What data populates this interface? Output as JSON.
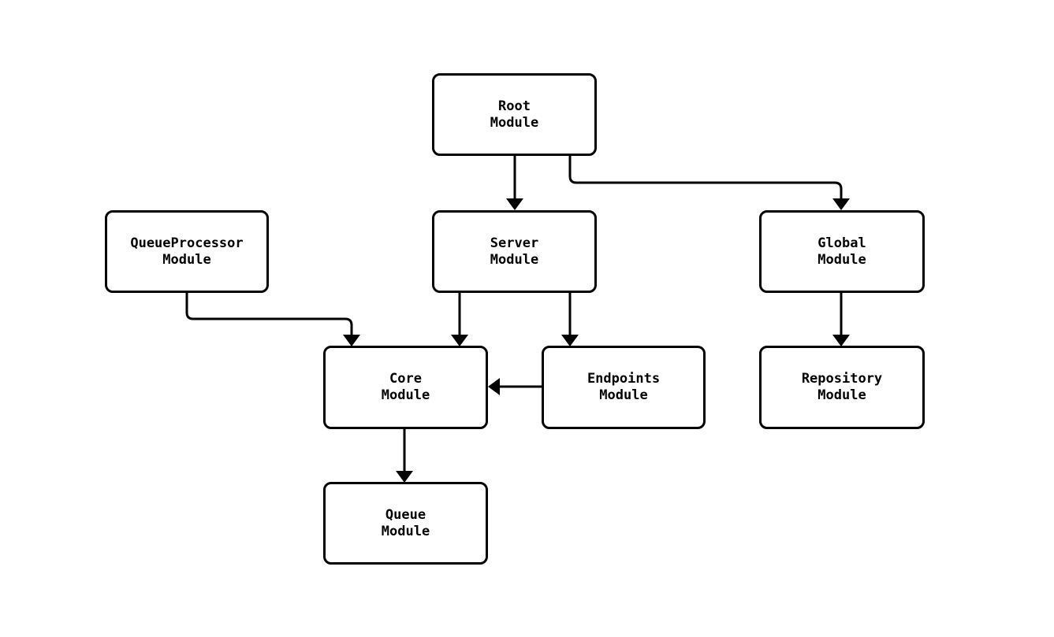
{
  "diagram": {
    "type": "module-dependency-graph",
    "background_color": "#ffffff",
    "line_color": "#000000",
    "text_color": "#000000",
    "nodes": {
      "root": {
        "label": "Root\nModule"
      },
      "queue_processor": {
        "label": "QueueProcessor\nModule"
      },
      "server": {
        "label": "Server\nModule"
      },
      "global": {
        "label": "Global\nModule"
      },
      "core": {
        "label": "Core\nModule"
      },
      "endpoints": {
        "label": "Endpoints\nModule"
      },
      "repository": {
        "label": "Repository\nModule"
      },
      "queue": {
        "label": "Queue\nModule"
      }
    },
    "edges": [
      {
        "from": "Root Module",
        "to": "Server Module"
      },
      {
        "from": "Root Module",
        "to": "Global Module"
      },
      {
        "from": "QueueProcessor Module",
        "to": "Core Module"
      },
      {
        "from": "Server Module",
        "to": "Core Module"
      },
      {
        "from": "Server Module",
        "to": "Endpoints Module"
      },
      {
        "from": "Endpoints Module",
        "to": "Core Module"
      },
      {
        "from": "Global Module",
        "to": "Repository Module"
      },
      {
        "from": "Core Module",
        "to": "Queue Module"
      }
    ]
  }
}
